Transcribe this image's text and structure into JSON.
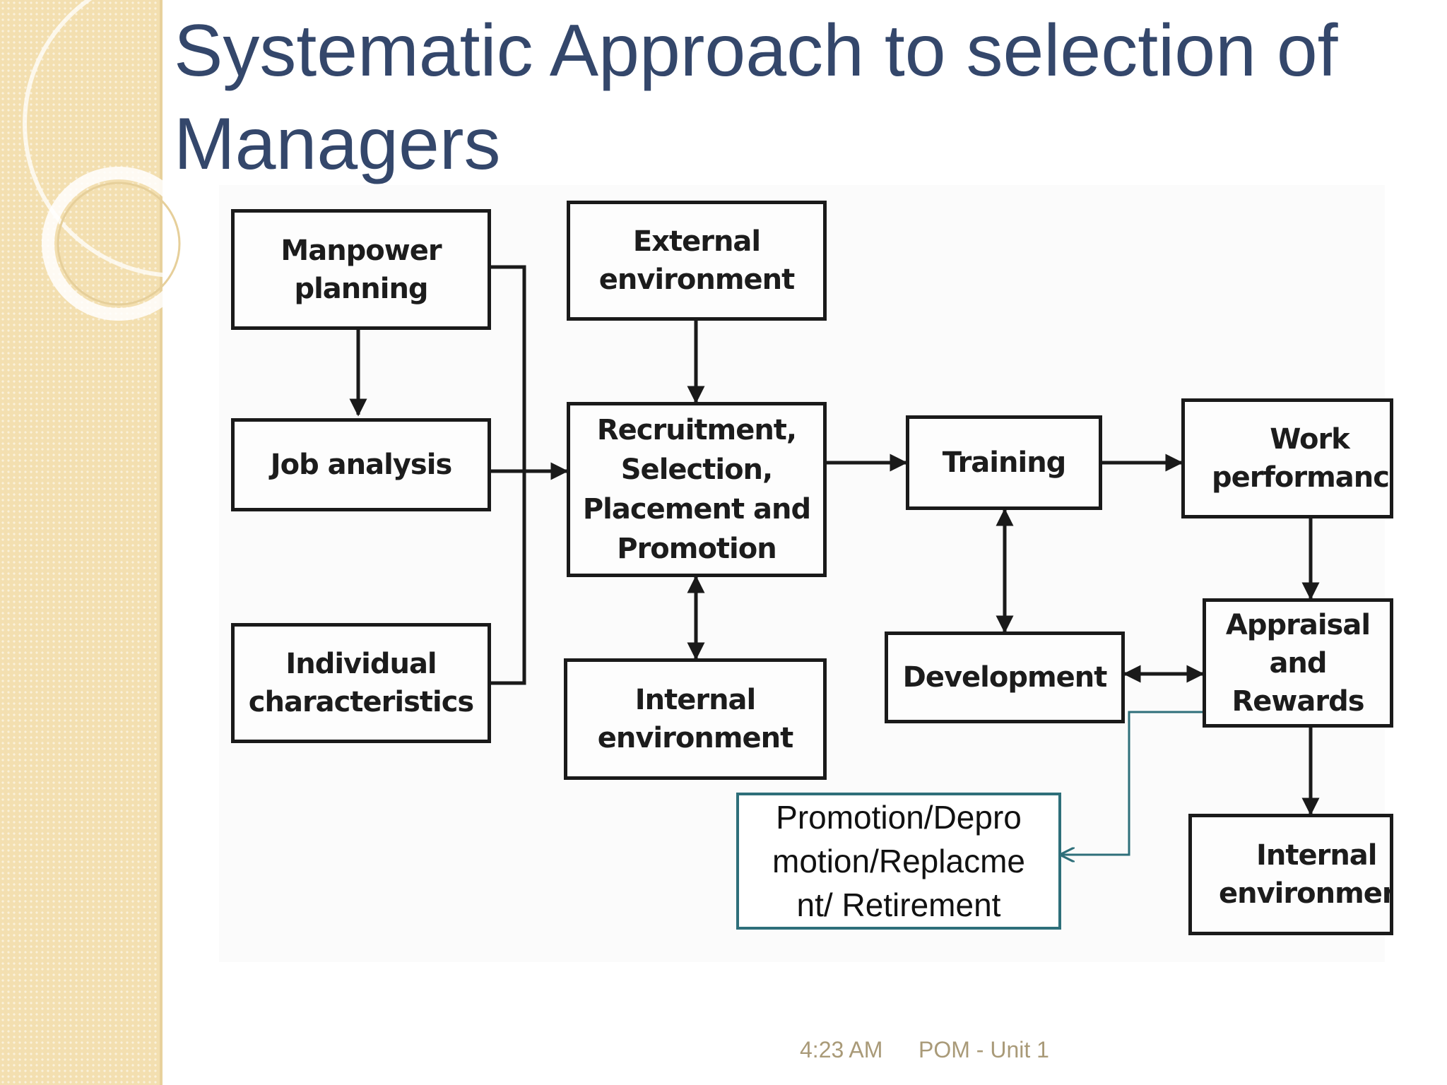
{
  "slide": {
    "title": "Systematic Approach to selection of Managers",
    "footer_time": "4:23 AM",
    "footer_label": "POM - Unit 1"
  },
  "diagram": {
    "boxes": {
      "manpower_planning": "Manpower\nplanning",
      "external_environment": "External\nenvironment",
      "job_analysis": "Job analysis",
      "recruitment": "Recruitment,\nSelection,\nPlacement and\nPromotion",
      "training": "Training",
      "work_performance": "Work\nperformance",
      "individual_characteristics": "Individual\ncharacteristics",
      "internal_environment_center": "Internal\nenvironment",
      "development": "Development",
      "appraisal_rewards": "Appraisal\nand\nRewards",
      "internal_environment_right": "Internal\nenvironment"
    },
    "callout": "Promotion/Depro\nmotion/Replacme\nnt/ Retirement"
  },
  "colors": {
    "title": "#34476b",
    "sidebar": "#f3dfb0",
    "callout_border": "#2e6f7a",
    "footer": "#a99a78"
  }
}
